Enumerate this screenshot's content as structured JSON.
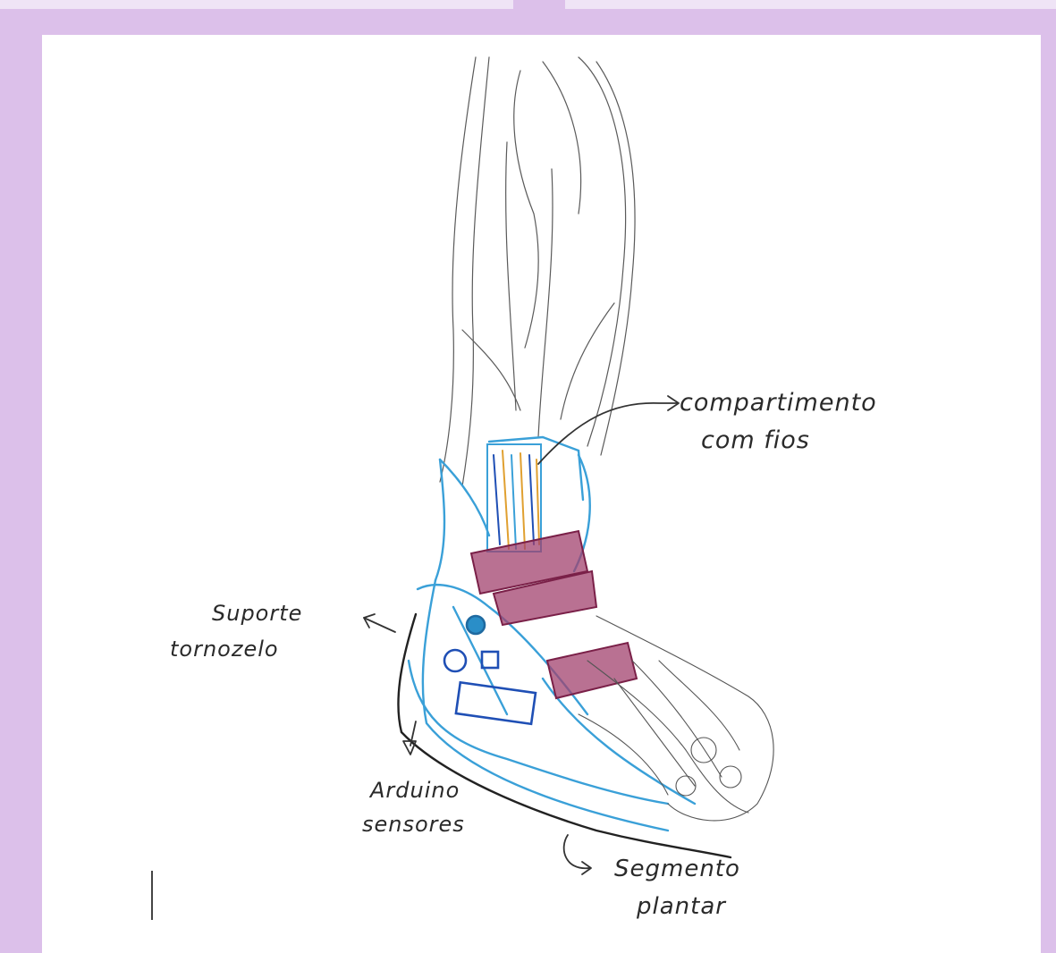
{
  "labels": {
    "wire_compartment_line1": "compartimento",
    "wire_compartment_line2": "com fios",
    "ankle_support_line1": "Suporte",
    "ankle_support_line2": "tornozelo",
    "arduino_line1": "Arduino",
    "arduino_line2": "sensores",
    "plantar_line1": "Segmento",
    "plantar_line2": "plantar"
  },
  "colors": {
    "background_frame": "#dcc0ea",
    "paper": "#ffffff",
    "pencil": "#555555",
    "orthosis_blue": "#3aa0d8",
    "electronics_blue": "#1f4fb5",
    "strap_magenta": "#8c2c5a",
    "wire_yellow": "#e0a030"
  }
}
